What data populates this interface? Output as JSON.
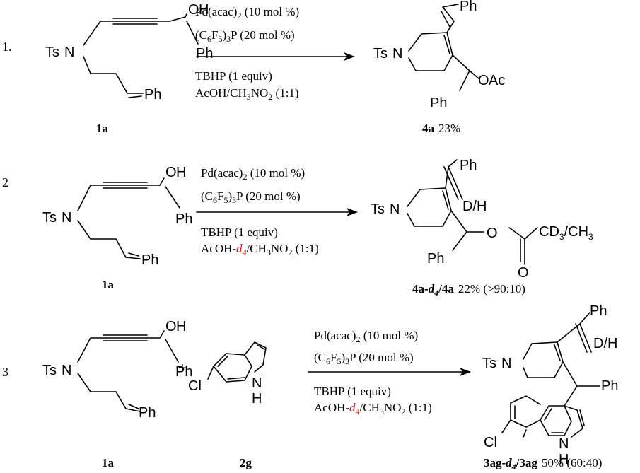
{
  "atoms": {
    "ts": "Ts",
    "n": "N",
    "oh_o": "O",
    "oh_h": "H",
    "ph": "Ph",
    "ac": "Ac",
    "dh": "D/H",
    "o": "O",
    "cl": "Cl",
    "h": "H",
    "cd3": "CD",
    "three": "3",
    "slash_ch3": "/CH",
    "plus": "+"
  },
  "rows": [
    {
      "number": "1.",
      "reactant_label": "1a",
      "conditions": {
        "catalyst_pre": "Pd(acac)",
        "catalyst_sub": "2",
        "catalyst_post": " (10 mol %)",
        "ligand_pre": "(C",
        "ligand_sub1": "6",
        "ligand_mid": "F",
        "ligand_sub2": "5",
        "ligand_post1": ")",
        "ligand_sub3": "3",
        "ligand_post2": "P (20 mol %)",
        "oxidant": "TBHP (1 equiv)",
        "solvent_pre": "AcOH/CH",
        "solvent_sub1": "3",
        "solvent_mid": "NO",
        "solvent_sub2": "2",
        "solvent_post": " (1:1)"
      },
      "product_label": "4a",
      "product_yield": "23%"
    },
    {
      "number": "2",
      "reactant_label": "1a",
      "conditions": {
        "catalyst_pre": "Pd(acac)",
        "catalyst_sub": "2",
        "catalyst_post": " (10 mol %)",
        "ligand_pre": "(C",
        "ligand_sub1": "6",
        "ligand_mid": "F",
        "ligand_sub2": "5",
        "ligand_post1": ")",
        "ligand_sub3": "3",
        "ligand_post2": "P (20 mol %)",
        "oxidant": "TBHP (1 equiv)",
        "solvent_pre": "AcOH-",
        "solvent_red": "d",
        "solvent_red_sub": "4",
        "solvent_mid1": "/CH",
        "solvent_sub1": "3",
        "solvent_mid2": "NO",
        "solvent_sub2": "2",
        "solvent_post": " (1:1)"
      },
      "product_label_a": "4a-",
      "product_label_d": "d",
      "product_label_sub": "4",
      "product_label_b": "/4a",
      "product_yield": "22% (>90:10)"
    },
    {
      "number": "3",
      "reactant_label": "1a",
      "reactant2_label": "2g",
      "conditions": {
        "catalyst_pre": "Pd(acac)",
        "catalyst_sub": "2",
        "catalyst_post": " (10 mol %)",
        "ligand_pre": "(C",
        "ligand_sub1": "6",
        "ligand_mid": "F",
        "ligand_sub2": "5",
        "ligand_post1": ")",
        "ligand_sub3": "3",
        "ligand_post2": "P (20 mol %)",
        "oxidant": "TBHP (1 equiv)",
        "solvent_pre": "AcOH-",
        "solvent_red": "d",
        "solvent_red_sub": "4",
        "solvent_mid1": "/CH",
        "solvent_sub1": "3",
        "solvent_mid2": "NO",
        "solvent_sub2": "2",
        "solvent_post": " (1:1)"
      },
      "product_label_a": "3ag-",
      "product_label_d": "d",
      "product_label_sub": "4",
      "product_label_b": "/3ag",
      "product_yield": "50%  (60:40)"
    }
  ]
}
